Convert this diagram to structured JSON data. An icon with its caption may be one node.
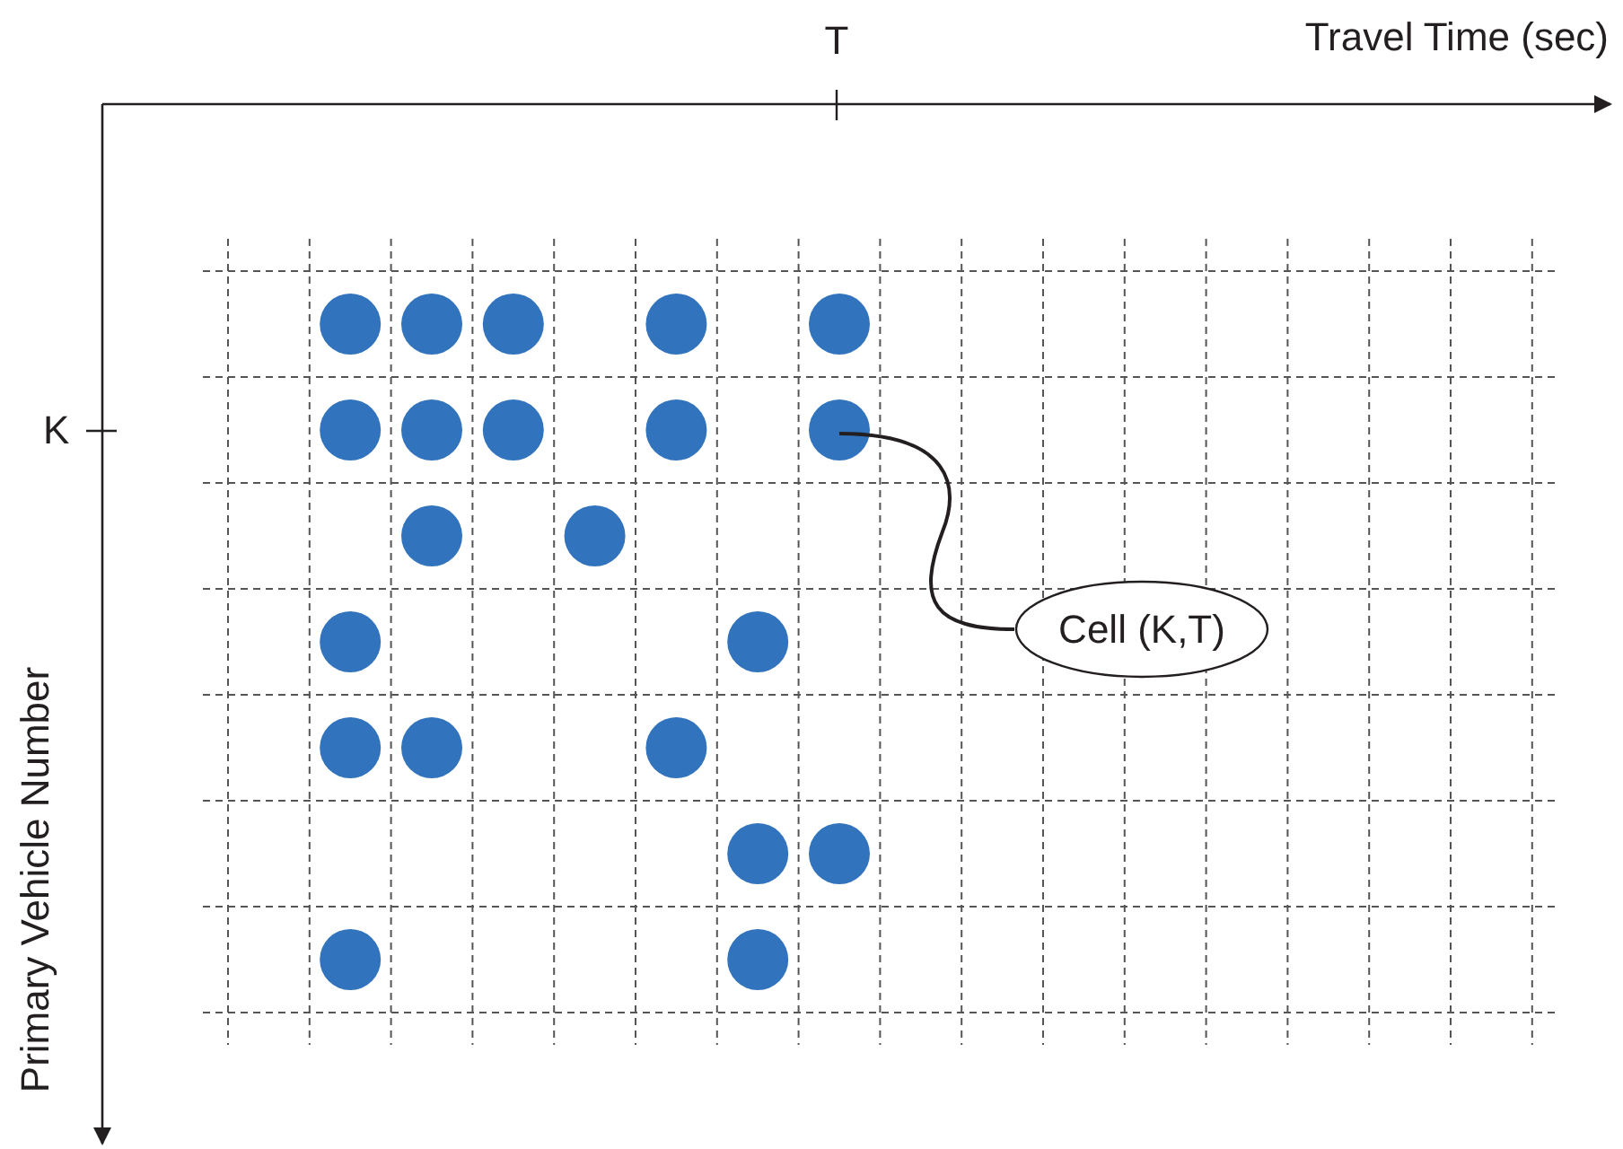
{
  "diagram": {
    "nodes": [
      {
        "text": [],
        "shape": "circle"
      },
      {
        "text": [],
        "shape": "circle"
      },
      {
        "text": [],
        "shape": "circle"
      },
      {
        "text": [],
        "shape": "circle"
      },
      {
        "text": [],
        "shape": "circle"
      },
      {
        "text": [],
        "shape": "circle"
      },
      {
        "text": [],
        "shape": "circle"
      },
      {
        "text": [],
        "shape": "circle"
      },
      {
        "text": [],
        "shape": "circle"
      },
      {
        "text": [],
        "shape": "circle"
      },
      {
        "text": [],
        "shape": "circle"
      },
      {
        "text": [],
        "shape": "circle"
      },
      {
        "text": [],
        "shape": "circle"
      },
      {
        "text": [],
        "shape": "circle"
      },
      {
        "text": [
          "Cell (K,T)"
        ]
      },
      {
        "text": [],
        "shape": "circle"
      },
      {
        "text": [],
        "shape": "circle"
      },
      {
        "text": [],
        "shape": "circle"
      },
      {
        "text": [],
        "shape": "circle"
      },
      {
        "text": [],
        "shape": "circle"
      },
      {
        "text": [],
        "shape": "circle"
      },
      {
        "text": [],
        "shape": "circle"
      }
    ],
    "edges": [
      {
        "from": 14,
        "to": 9,
        "arrow": "none"
      }
    ],
    "labels": [
      "T",
      "Travel Time (sec)",
      "K",
      "Primary Vehicle Number"
    ]
  }
}
